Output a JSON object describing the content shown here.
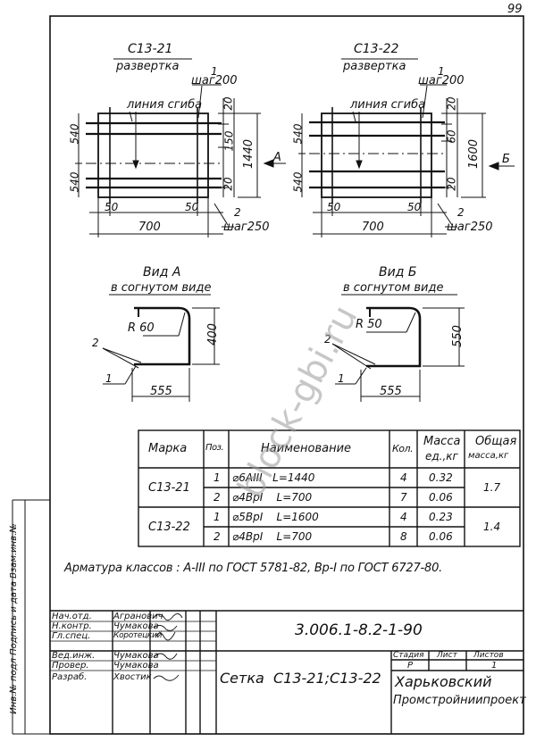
{
  "page_number": "99",
  "drawings": {
    "left": {
      "mark": "С13-21",
      "subtitle": "развертка",
      "pos1_label": "1",
      "pos1_step": "шаг200",
      "bend_label": "линия сгиба",
      "dim_540_top": "540",
      "dim_540_bot": "540",
      "dim_20_top": "20",
      "dim_150": "150",
      "dim_20_bot": "20",
      "dim_total": "1440",
      "view_letter": "А",
      "dim_50_left": "50",
      "dim_50_right": "50",
      "pos2_label": "2",
      "pos2_step": "шаг250",
      "dim_width": "700"
    },
    "right": {
      "mark": "С13-22",
      "subtitle": "развертка",
      "pos1_label": "1",
      "pos1_step": "шаг200",
      "bend_label": "линия сгиба",
      "dim_540_top": "540",
      "dim_540_bot": "540",
      "dim_20_top": "20",
      "dim_60": "60",
      "dim_20_bot": "20",
      "dim_total": "1600",
      "view_letter": "Б",
      "dim_50_left": "50",
      "dim_50_right": "50",
      "pos2_label": "2",
      "pos2_step": "шаг250",
      "dim_width": "700"
    }
  },
  "views": {
    "a": {
      "title": "Вид А",
      "subtitle": "в согнутом виде",
      "radius": "R 60",
      "height": "400",
      "pos2": "2",
      "pos1": "1",
      "width": "555"
    },
    "b": {
      "title": "Вид Б",
      "subtitle": "в согнутом виде",
      "radius": "R 50",
      "height": "550",
      "pos2": "2",
      "pos1": "1",
      "width": "555"
    }
  },
  "spec_table": {
    "headers": [
      "Марка",
      "Поз.",
      "Наименование",
      "Кол.",
      "Масса ед.,кг",
      "Общая масса,кг"
    ],
    "header_mass_1": "Масса",
    "header_mass_2": "ед.,кг",
    "header_total_1": "Общая",
    "header_total_2": "масса,кг",
    "groups": [
      {
        "mark": "С13-21",
        "total": "1.7",
        "rows": [
          {
            "pos": "1",
            "name": "⌀6AIII   L=1440",
            "qty": "4",
            "mass": "0.32"
          },
          {
            "pos": "2",
            "name": "⌀4BpI    L=700",
            "qty": "7",
            "mass": "0.06"
          }
        ]
      },
      {
        "mark": "С13-22",
        "total": "1.4",
        "rows": [
          {
            "pos": "1",
            "name": "⌀5BpI    L=1600",
            "qty": "4",
            "mass": "0.23"
          },
          {
            "pos": "2",
            "name": "⌀4BpI    L=700",
            "qty": "8",
            "mass": "0.06"
          }
        ]
      }
    ]
  },
  "note": "Арматура классов : А-III по ГОСТ 5781-82, Вр-I по ГОСТ 6727-80.",
  "watermark": "block-gbi.ru",
  "side_strip": "Инв.№ подл Подпись и дата Взам.инв.№",
  "title_block": {
    "staff": [
      {
        "role": "Нач.отд.",
        "name": "Агранович"
      },
      {
        "role": "Н.контр.",
        "name": "Чумакова"
      },
      {
        "role": "Гл.спец.",
        "name": "Коротецкий"
      },
      {
        "role": "Вед.инж.",
        "name": "Чумакова"
      },
      {
        "role": "Провер.",
        "name": "Чумакова"
      },
      {
        "role": "Разраб.",
        "name": "Хвостик"
      }
    ],
    "designation": "3.006.1-8.2-1-90",
    "product": "Сетка  С13-21;С13-22",
    "stage_label": "Стадия",
    "sheet_label": "Лист",
    "sheets_label": "Листов",
    "stage_value": "Р",
    "sheets_value": "1",
    "org_line1": "Харьковский",
    "org_line2": "Промстройниипроект"
  },
  "colors": {
    "ink": "#111111",
    "watermark": "#9a9a9a"
  }
}
